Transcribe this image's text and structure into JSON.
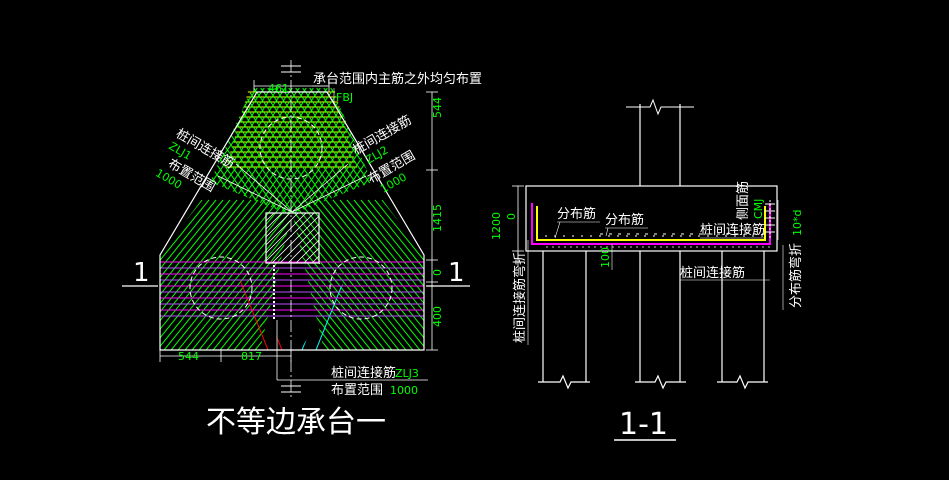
{
  "colors": {
    "background": "#000000",
    "line": "#ffffff",
    "dim_text": "#00ff00",
    "yellow": "#ffff00",
    "green": "#00ff00",
    "red": "#ff0000",
    "cyan": "#00ffff",
    "magenta": "#ff00ff"
  },
  "plan": {
    "title": "不等边承台一",
    "section_mark": "1",
    "note_top": "承台范围内主筋之外均匀布置",
    "code_top": "FBJ",
    "dim_top": "461",
    "dim_544_right": "544",
    "dim_1415": "1415",
    "dim_0": "0",
    "dim_400": "400",
    "dim_544_bottom": "544",
    "dim_817": "817",
    "left_label_1": "桩间连接筋",
    "left_code": "ZLJ1",
    "left_label_2": "布置范围",
    "left_value": "1000",
    "right_label_1": "桩间连接筋",
    "right_code": "ZLJ2",
    "right_label_2": "布置范围",
    "right_value": "1000",
    "bottom_label_1": "桩间连接筋",
    "bottom_code": "ZLJ3",
    "bottom_label_2": "布置范围",
    "bottom_value": "1000"
  },
  "section": {
    "title": "1-1",
    "dim_1200": "1200",
    "dim_0": "0",
    "dim_100": "100",
    "dist_bar_1": "分布筋",
    "dist_bar_2": "分布筋",
    "side_bar": "侧面筋",
    "side_code": "CMJ",
    "pile_link_bar": "桩间连接筋",
    "pile_link_bar_bottom": "桩间连接筋",
    "left_vertical_label": "桩间连接筋弯折",
    "right_vertical_label": "分布筋弯折",
    "right_dim": "10*d"
  }
}
